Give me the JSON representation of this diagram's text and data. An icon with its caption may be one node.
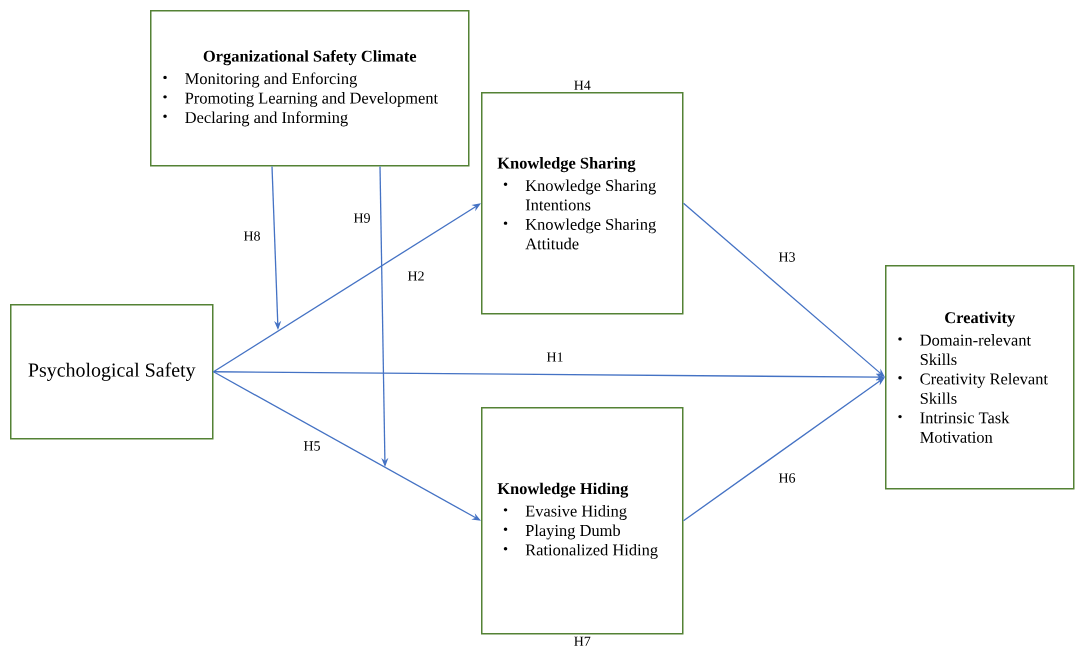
{
  "diagram": {
    "nodes": [
      {
        "text": [
          "Organizational Safety Climate",
          "Monitoring and Enforcing",
          "Promoting Learning and Development",
          "Declaring and Informing"
        ]
      },
      {
        "text": [
          "Knowledge Sharing",
          "Knowledge Sharing Intentions",
          "Knowledge Sharing Attitude"
        ],
        "beside": [
          "H4"
        ]
      },
      {
        "text": [
          "Psychological Safety"
        ]
      },
      {
        "text": [
          "Creativity",
          "Domain-relevant Skills",
          "Creativity Relevant Skills",
          "Intrinsic Task Motivation"
        ]
      },
      {
        "text": [
          "Knowledge Hiding",
          "Evasive Hiding",
          "Playing Dumb",
          "Rationalized Hiding"
        ],
        "beside": [
          "H7"
        ]
      }
    ],
    "edges": [
      {
        "from": 2,
        "to": 3,
        "arrow": "to",
        "label": "H1"
      },
      {
        "from": 2,
        "to": 1,
        "arrow": "to",
        "label": "H2"
      },
      {
        "from": 1,
        "to": 3,
        "arrow": "to",
        "label": "H3"
      },
      {
        "from": 2,
        "to": 4,
        "arrow": "to",
        "label": "H5"
      },
      {
        "from": 4,
        "to": 3,
        "arrow": "to",
        "label": "H6"
      },
      {
        "from": 0,
        "to": null,
        "arrow": "to",
        "label": "H8"
      },
      {
        "from": 0,
        "to": null,
        "arrow": "to",
        "label": "H9"
      }
    ]
  }
}
